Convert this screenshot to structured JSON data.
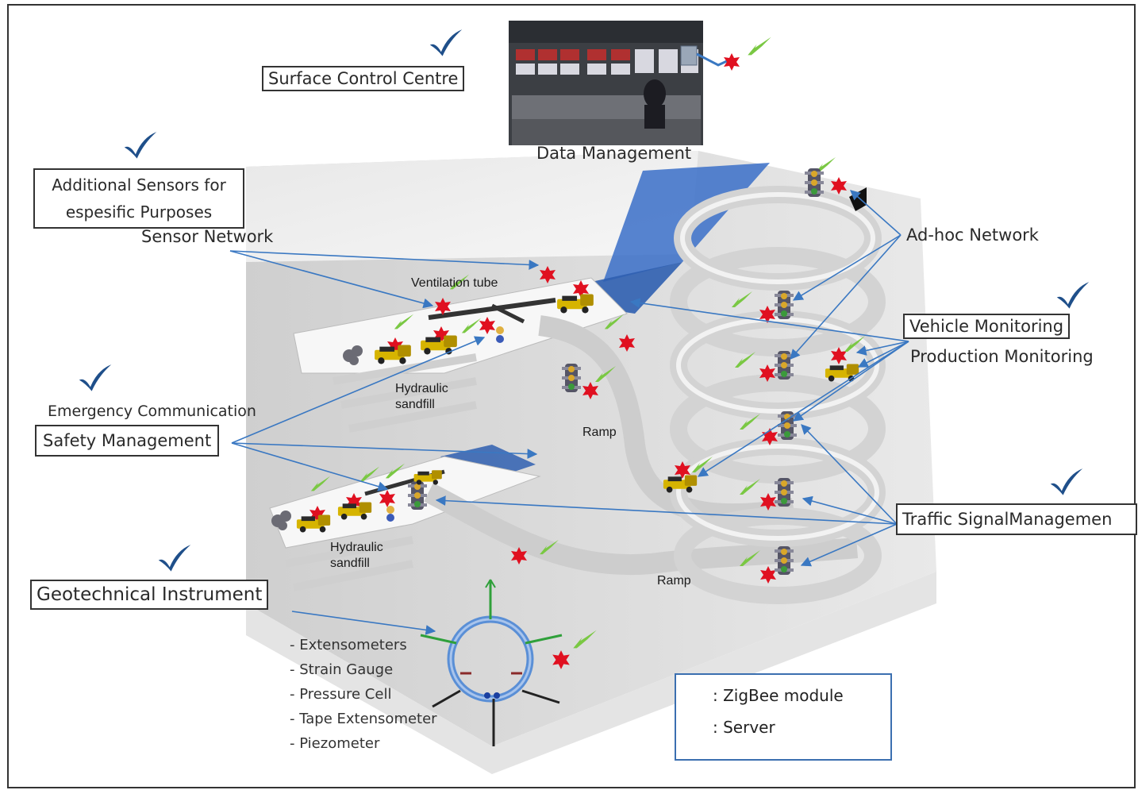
{
  "labels": {
    "surface_control_centre": "Surface Control Centre",
    "data_management": "Data Management",
    "additional_sensors": "Additional Sensors for espesific Purposes",
    "sensor_network": "Sensor Network",
    "ventilation_tube": "Ventilation tube",
    "adhoc_network": "Ad-hoc Network",
    "vehicle_monitoring": "Vehicle Monitoring",
    "production_monitoring": "Production Monitoring",
    "emergency_communication": "Emergency Communication",
    "safety_management": "Safety Management",
    "hydraulic_sandfill": "Hydraulic sandfill",
    "ramp": "Ramp",
    "traffic_signal_management": "Traffic SignalManagemen",
    "geotechnical_instrument": "Geotechnical Instrument"
  },
  "instruments": [
    "- Extensometers",
    "- Strain Gauge",
    "- Pressure Cell",
    "- Tape Extensometer",
    "- Piezometer"
  ],
  "legend": {
    "zigbee": ": ZigBee module",
    "server": ": Server"
  },
  "colors": {
    "zigbee_star": "#e01020",
    "arrow": "#3a78c2",
    "checkmark": "#1f4f8a",
    "ventilation_blue": "#3a6fc8",
    "wireless_green": "#7ac843"
  }
}
